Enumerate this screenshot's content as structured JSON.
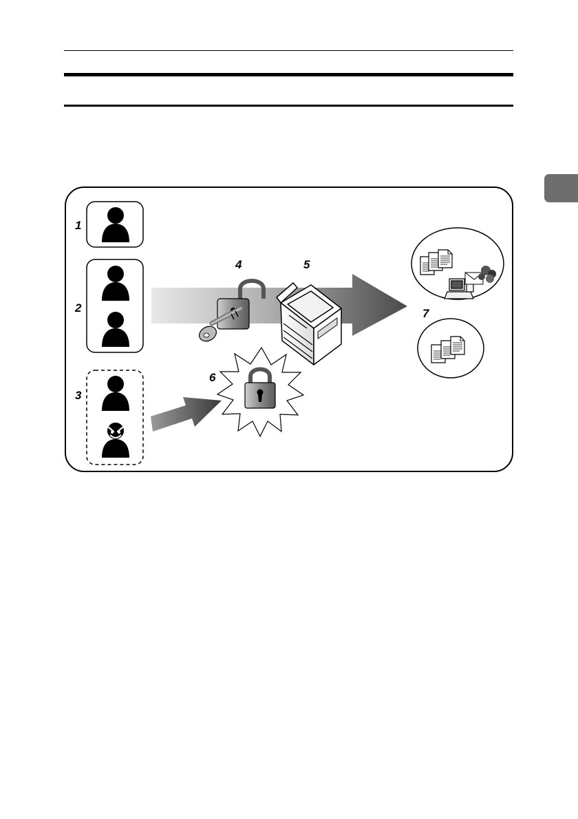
{
  "diagram": {
    "labels": [
      "1",
      "2",
      "3",
      "4",
      "5",
      "6",
      "7"
    ]
  },
  "icons": {
    "user": "user-silhouette-icon",
    "attacker": "attacker-icon",
    "unlocked": "unlocked-padlock-icon",
    "key": "key-icon",
    "device": "multifunction-printer-icon",
    "locked": "locked-padlock-icon",
    "documents": "documents-icon",
    "computer": "computer-icon",
    "envelope": "envelope-icon"
  },
  "colors": {
    "tab": "#6e6e6e",
    "arrow_dark": "#4a4a4a",
    "arrow_light": "#e6e6e6"
  }
}
